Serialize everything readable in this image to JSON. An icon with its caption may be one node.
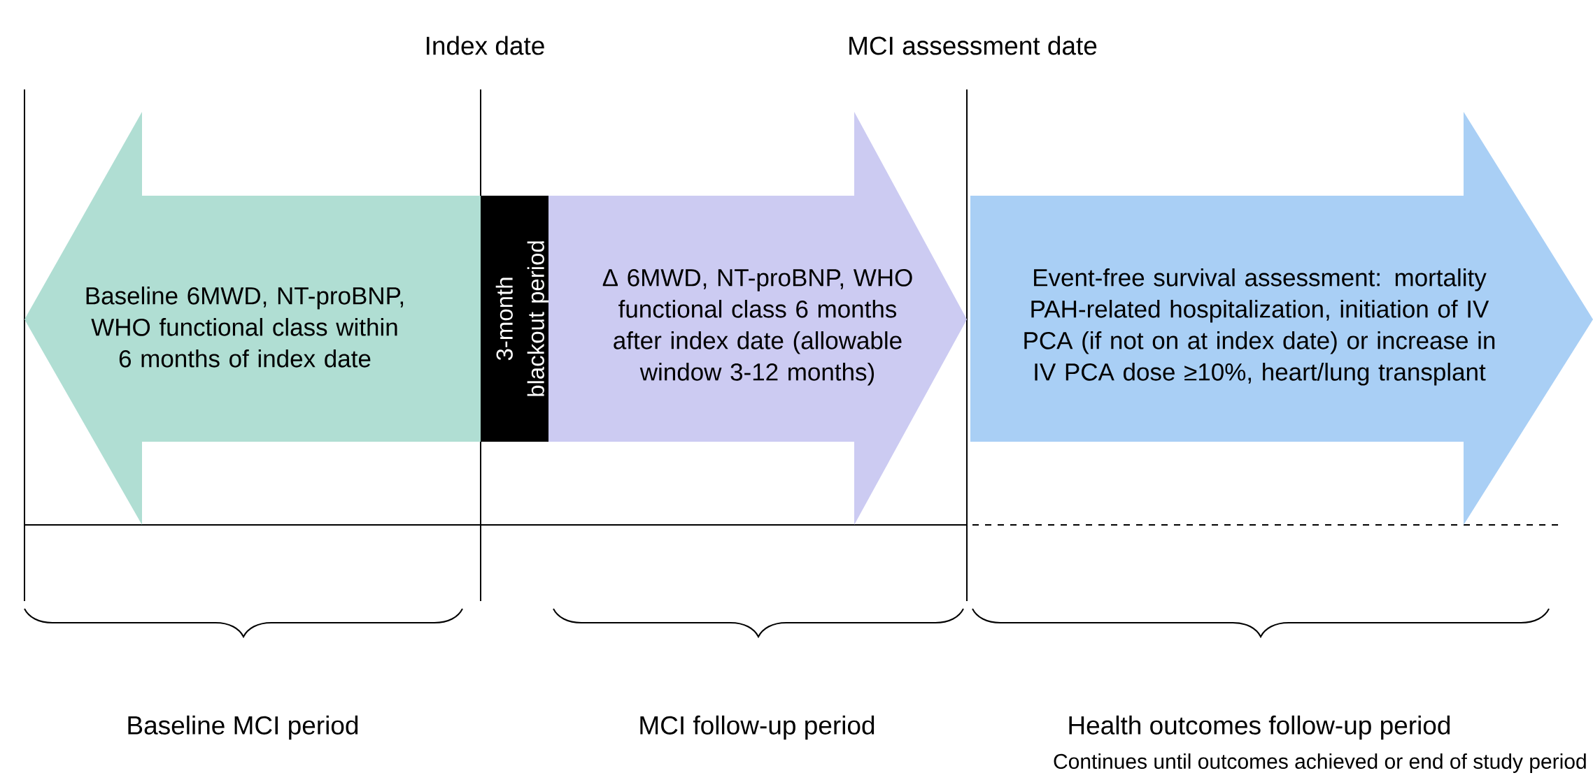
{
  "diagram": {
    "nodes": [
      {
        "text": [
          "Baseline 6MWD, NT-proBNP, WHO functional class within 6 months of index date"
        ]
      },
      {
        "text": [
          "3-month blackout period"
        ]
      },
      {
        "text": [
          "Δ 6MWD, NT-proBNP, WHO functional class 6 months after index date (allowable window 3-12 months)"
        ]
      },
      {
        "text": [
          "Event-free survival assessment: mortality PAH-related hospitalization, initiation of IV PCA (if not on at index date) or increase in IV PCA dose ≥10%, heart/lung transplant"
        ]
      }
    ],
    "labels": [
      "Index date",
      "MCI assessment date",
      "Baseline MCI period",
      "MCI follow-up period",
      "Health outcomes follow-up period",
      "Continues until outcomes achieved or end of study period"
    ]
  }
}
